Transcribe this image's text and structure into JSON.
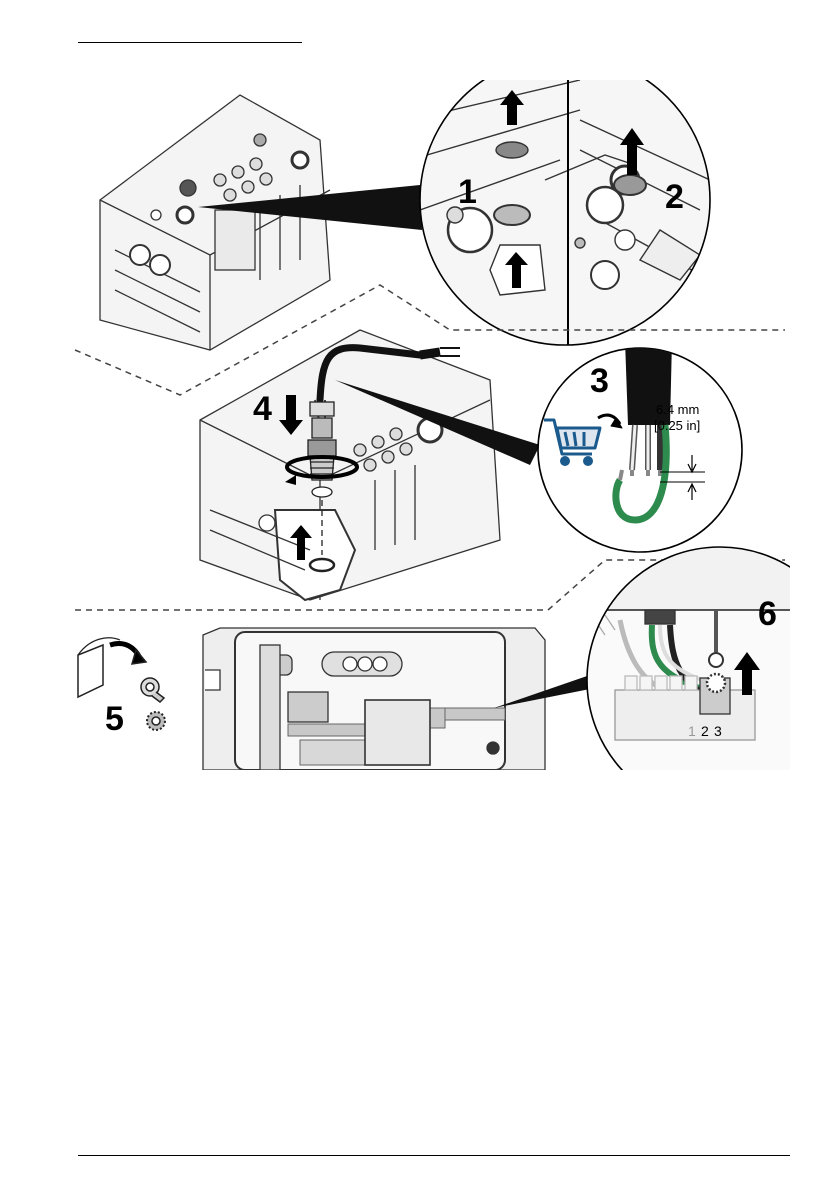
{
  "steps": {
    "s1": "1",
    "s2": "2",
    "s3": "3",
    "s4": "4",
    "s5": "5",
    "s6": "6"
  },
  "dimension": {
    "mm": "6.4 mm",
    "inch": "[0.25 in]"
  },
  "terminals": [
    "1",
    "2",
    "3"
  ],
  "icons": {
    "shopping_cart": "shopping-cart-icon",
    "cart_color": "#1b5a8c",
    "wire_green": "#2e8b4e"
  }
}
